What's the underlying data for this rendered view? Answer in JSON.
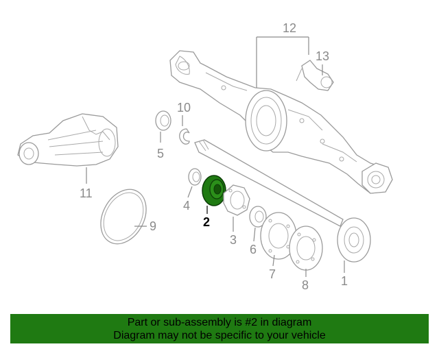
{
  "callouts": {
    "c1": "1",
    "c2": "2",
    "c3": "3",
    "c4": "4",
    "c5": "5",
    "c6": "6",
    "c7": "7",
    "c8": "8",
    "c9": "9",
    "c10": "10",
    "c11": "11",
    "c12": "12",
    "c13": "13"
  },
  "highlighted_part": "2",
  "colors": {
    "highlight_part": "#1f7a12",
    "banner_bg": "#1f7a12",
    "line_art": "#9a9a9a"
  },
  "banner": {
    "line1": "Part or sub-assembly is #2 in diagram",
    "line2": "Diagram may not be specific to your vehicle"
  }
}
